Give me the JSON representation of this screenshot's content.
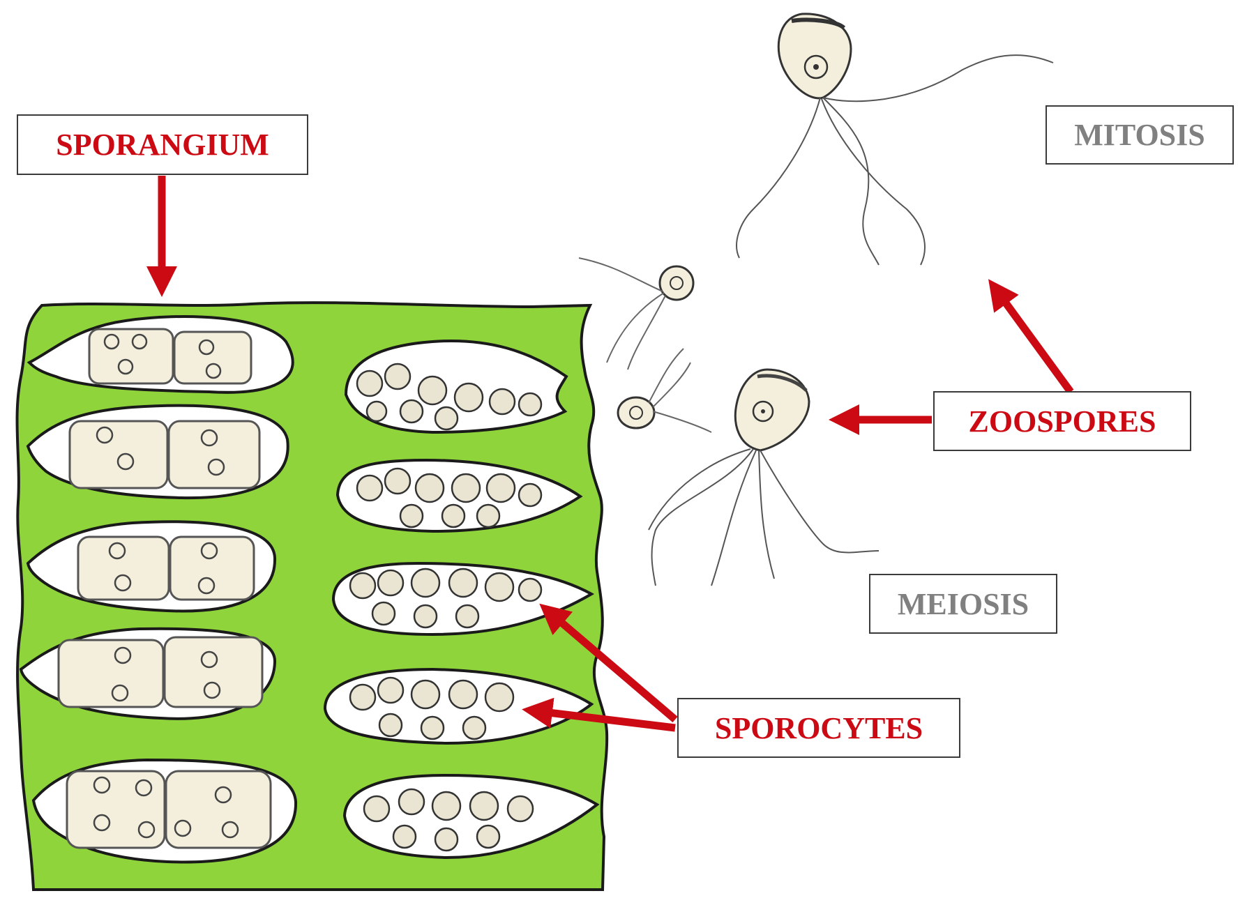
{
  "labels": {
    "sporangium": "SPORANGIUM",
    "mitosis": "MITOSIS",
    "zoospores": "ZOOSPORES",
    "meiosis": "MEIOSIS",
    "sporocytes": "SPOROCYTES"
  },
  "colors": {
    "accent_red": "#cc0a14",
    "process_gray": "#808080",
    "tissue_green": "#8fd43a",
    "cell_fill": "#f3efdc",
    "outline": "#1a1a1a"
  }
}
